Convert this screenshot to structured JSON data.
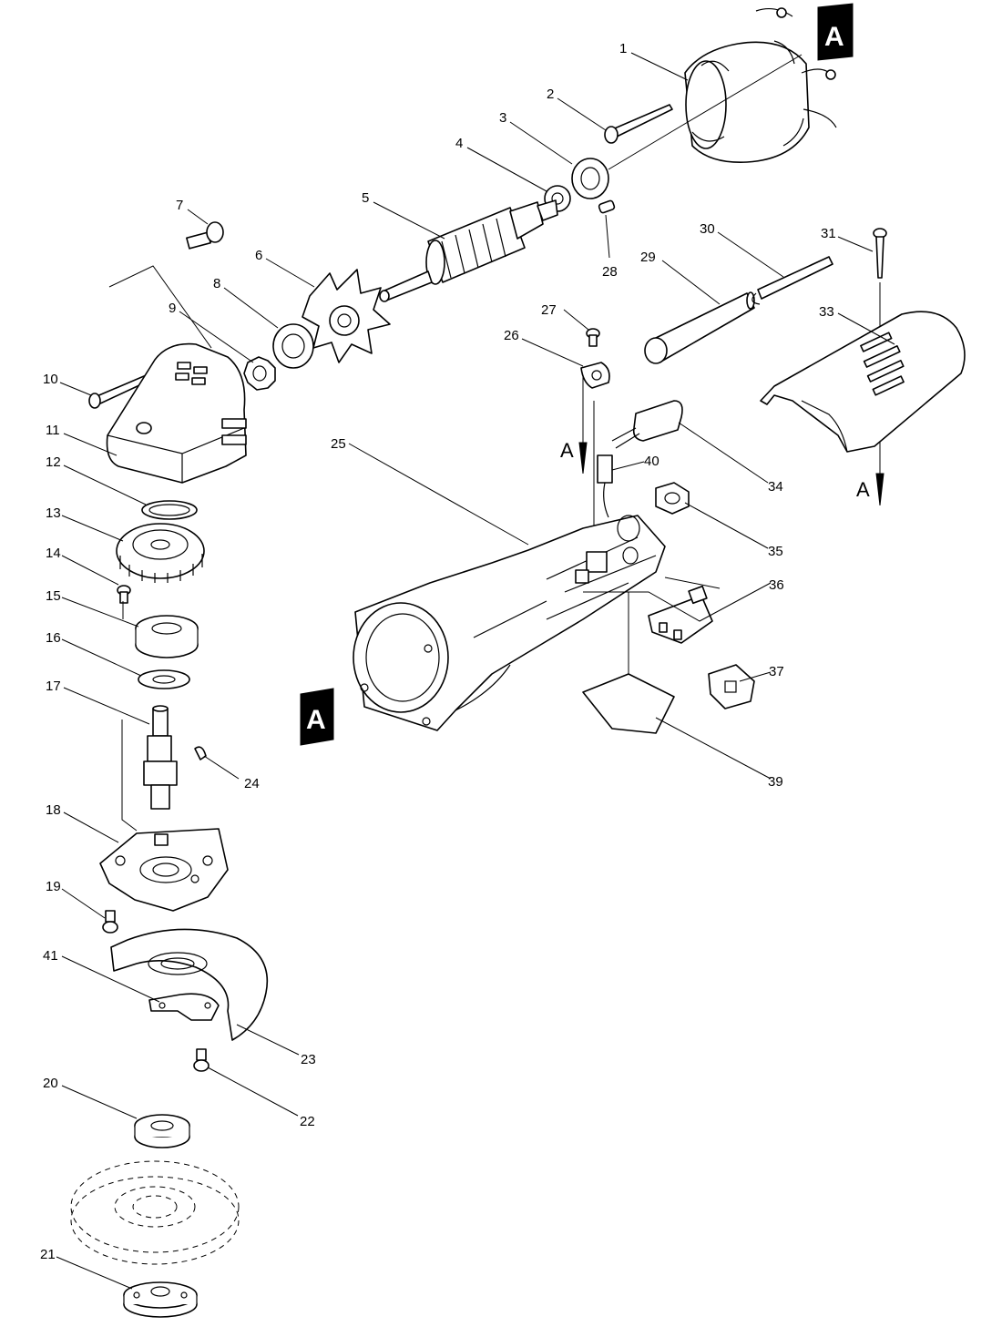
{
  "markers": {
    "a_box_label": "A",
    "a_arrow_label": "A"
  },
  "callouts": {
    "p1": "1",
    "p2": "2",
    "p3": "3",
    "p4": "4",
    "p5": "5",
    "p6": "6",
    "p7": "7",
    "p8": "8",
    "p9": "9",
    "p10": "10",
    "p11": "11",
    "p12": "12",
    "p13": "13",
    "p14": "14",
    "p15": "15",
    "p16": "16",
    "p17": "17",
    "p18": "18",
    "p19": "19",
    "p20": "20",
    "p21": "21",
    "p22": "22",
    "p23": "23",
    "p24": "24",
    "p25": "25",
    "p26": "26",
    "p27": "27",
    "p28": "28",
    "p29": "29",
    "p30": "30",
    "p31": "31",
    "p33": "33",
    "p34": "34",
    "p35": "35",
    "p36": "36",
    "p37": "37",
    "p39": "39",
    "p40": "40",
    "p41": "41"
  }
}
